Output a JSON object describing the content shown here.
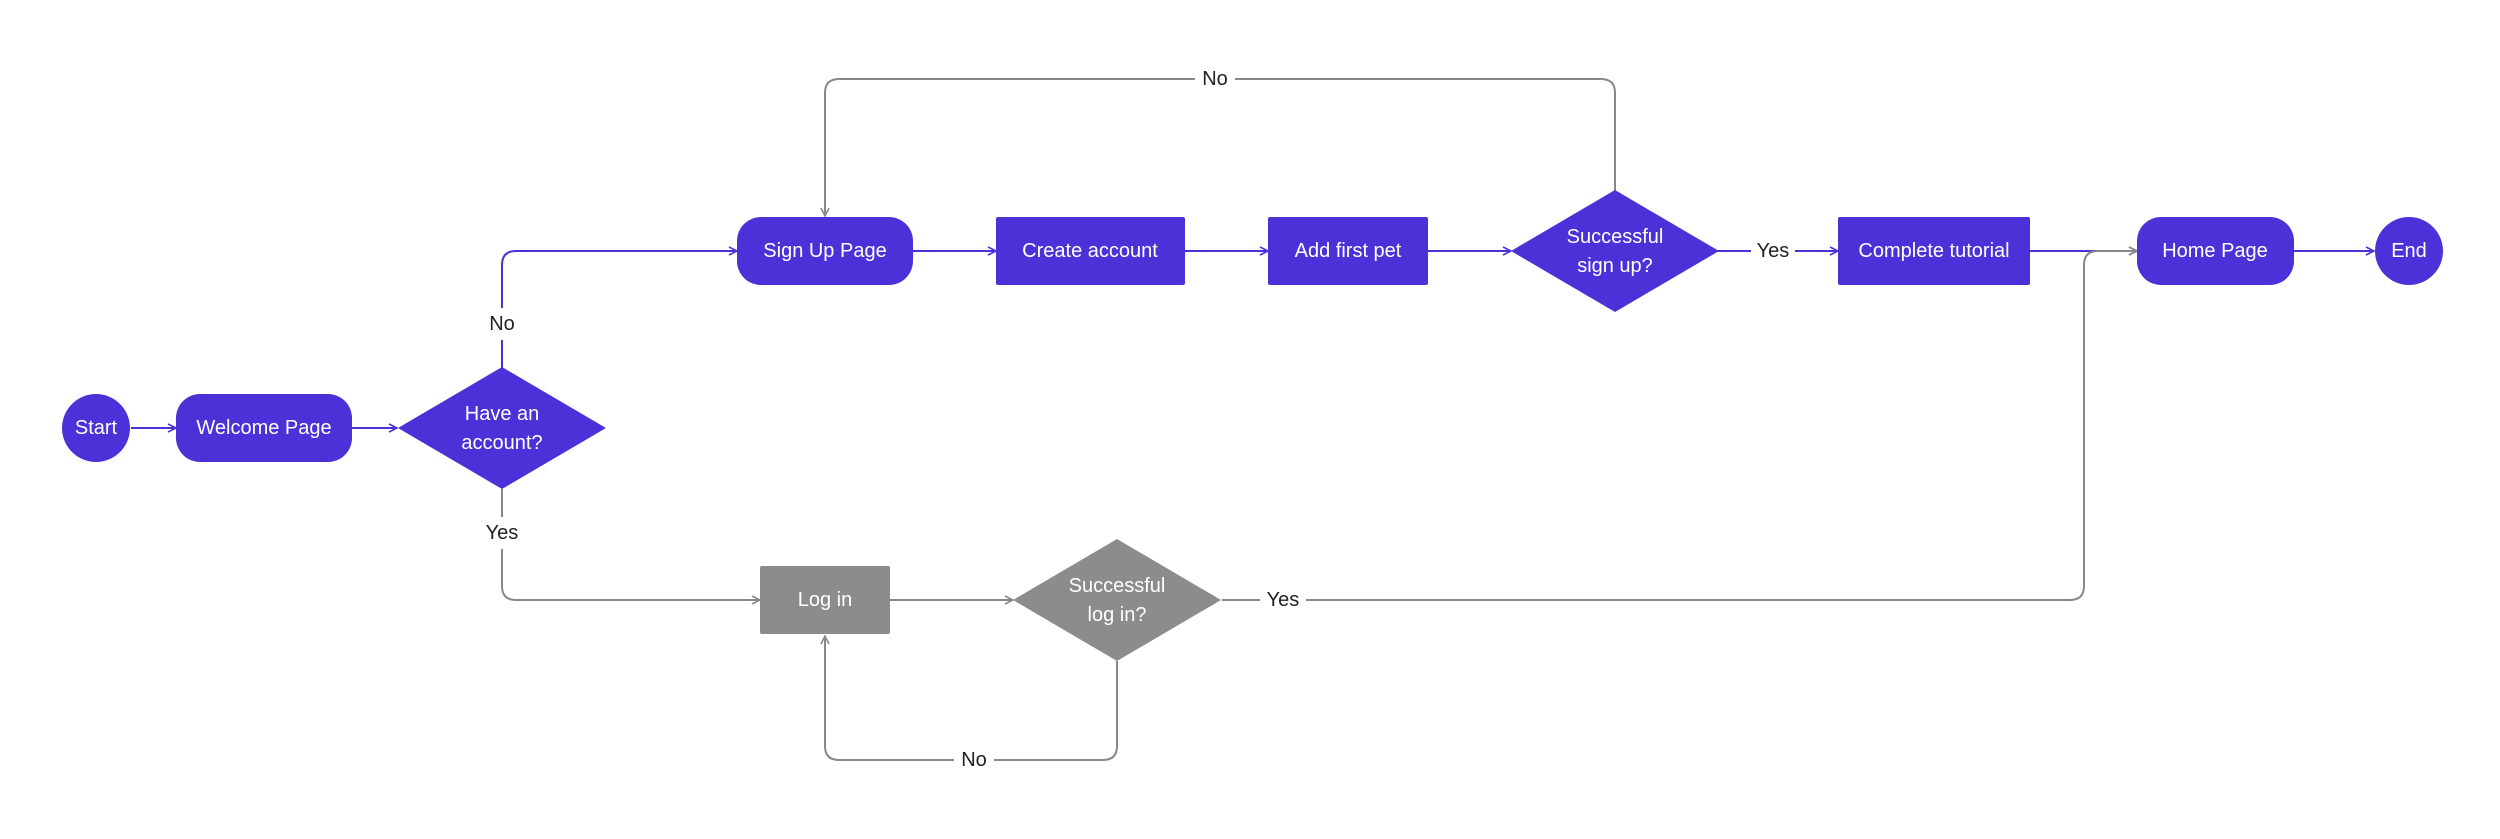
{
  "colors": {
    "primary": "#4a32d8",
    "secondary": "#8c8c8c",
    "edge_primary": "#4a32d8",
    "edge_secondary": "#888888",
    "label_text": "#222222",
    "node_text": "#ffffff"
  },
  "nodes": {
    "start": "Start",
    "welcome_page": "Welcome Page",
    "have_account": [
      "Have an",
      "account?"
    ],
    "sign_up_page": "Sign Up Page",
    "create_account": "Create account",
    "add_first_pet": "Add first pet",
    "successful_sign_up": [
      "Successful",
      "sign up?"
    ],
    "complete_tutorial": "Complete tutorial",
    "home_page": "Home Page",
    "end": "End",
    "log_in": "Log in",
    "successful_log_in": [
      "Successful",
      "log in?"
    ]
  },
  "edge_labels": {
    "have_account_no": "No",
    "have_account_yes": "Yes",
    "sign_up_no": "No",
    "sign_up_yes": "Yes",
    "log_in_yes": "Yes",
    "log_in_no": "No"
  }
}
